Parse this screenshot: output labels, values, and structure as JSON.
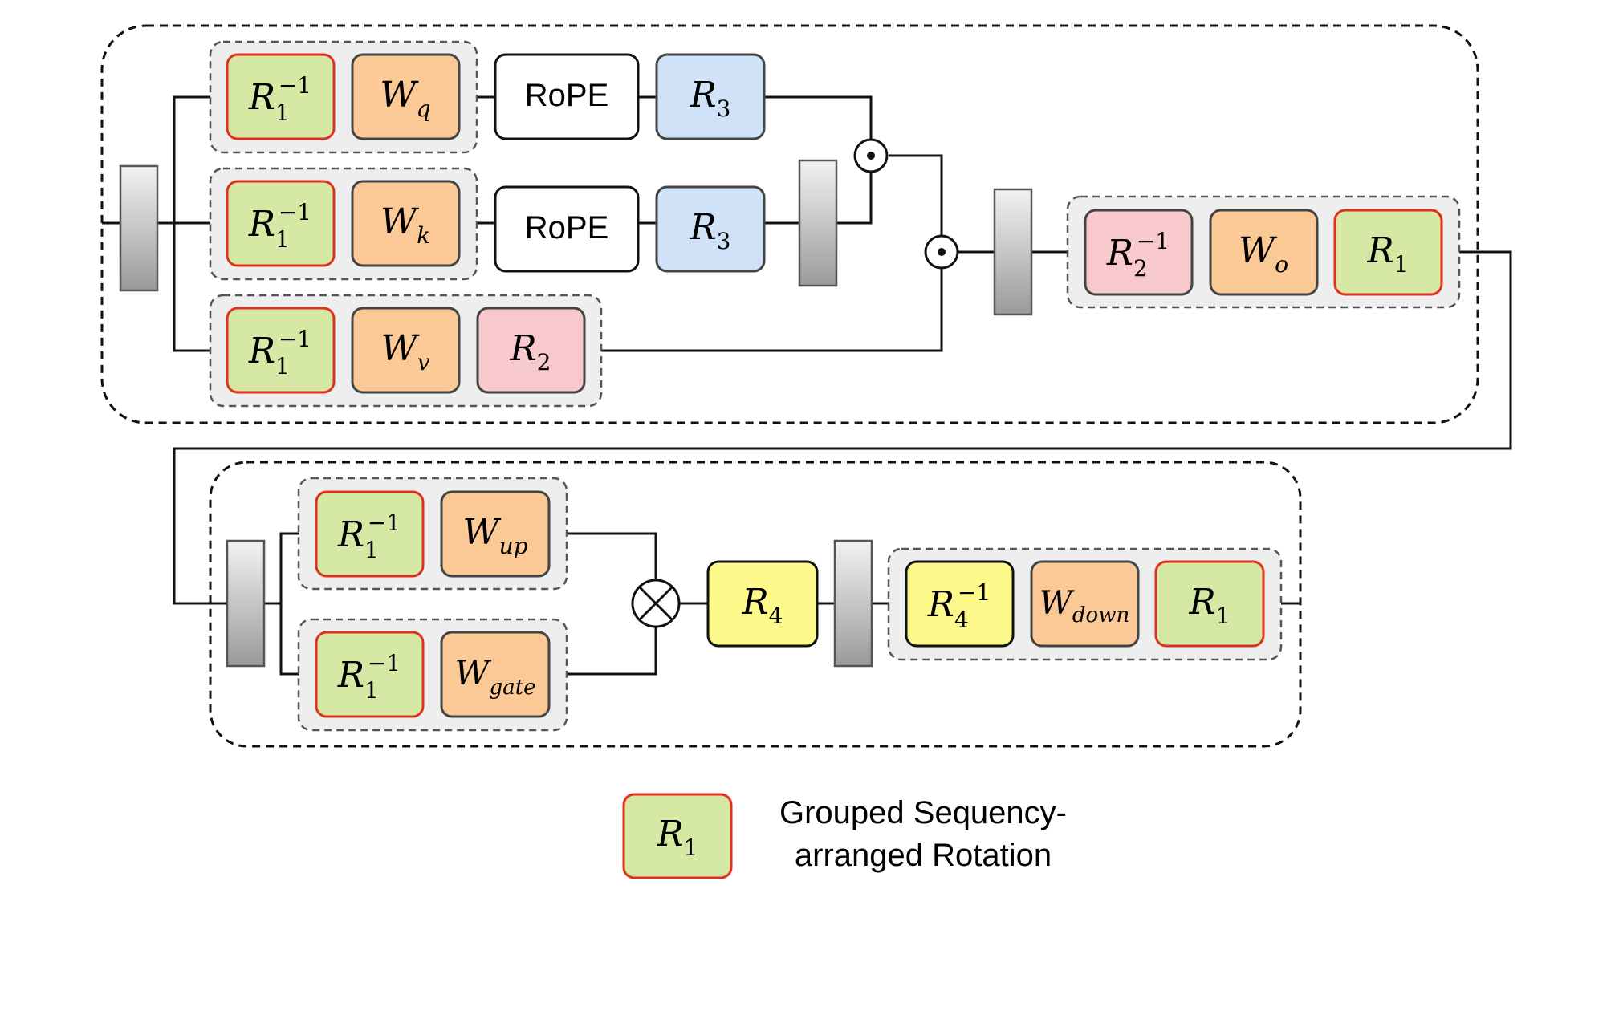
{
  "attention": {
    "q_branch": {
      "rot_inv": {
        "base": "R",
        "sub": "1",
        "sup": "−1"
      },
      "weight": {
        "base": "W",
        "sub": "q"
      },
      "rope": "RoPE",
      "rot": {
        "base": "R",
        "sub": "3"
      }
    },
    "k_branch": {
      "rot_inv": {
        "base": "R",
        "sub": "1",
        "sup": "−1"
      },
      "weight": {
        "base": "W",
        "sub": "k"
      },
      "rope": "RoPE",
      "rot": {
        "base": "R",
        "sub": "3"
      }
    },
    "v_branch": {
      "rot_inv": {
        "base": "R",
        "sub": "1",
        "sup": "−1"
      },
      "weight": {
        "base": "W",
        "sub": "v"
      },
      "rot": {
        "base": "R",
        "sub": "2"
      }
    },
    "output_group": {
      "rot_inv": {
        "base": "R",
        "sub": "2",
        "sup": "−1"
      },
      "weight": {
        "base": "W",
        "sub": "o"
      },
      "rot": {
        "base": "R",
        "sub": "1"
      }
    },
    "operator_symbol": "⊙"
  },
  "mlp": {
    "up_branch": {
      "rot_inv": {
        "base": "R",
        "sub": "1",
        "sup": "−1"
      },
      "weight": {
        "base": "W",
        "sub": "up"
      }
    },
    "gate_branch": {
      "rot_inv": {
        "base": "R",
        "sub": "1",
        "sup": "−1"
      },
      "weight": {
        "base": "W",
        "sub": "gate"
      }
    },
    "rot": {
      "base": "R",
      "sub": "4"
    },
    "down_group": {
      "rot_inv": {
        "base": "R",
        "sub": "4",
        "sup": "−1"
      },
      "weight": {
        "base": "W",
        "sub": "down"
      },
      "rot": {
        "base": "R",
        "sub": "1"
      }
    },
    "operator_symbol": "⊗"
  },
  "legend": {
    "sample": {
      "base": "R",
      "sub": "1"
    },
    "line1": "Grouped Sequency-",
    "line2": "arranged Rotation"
  },
  "colors": {
    "green": "#d5e8a4",
    "orange": "#fbc996",
    "blue": "#cfe2f7",
    "pink": "#f8cacd",
    "yellow": "#fdf98a",
    "group_bg": "#eeeeee",
    "highlight_border": "#e0301e",
    "stroke": "#111111"
  }
}
